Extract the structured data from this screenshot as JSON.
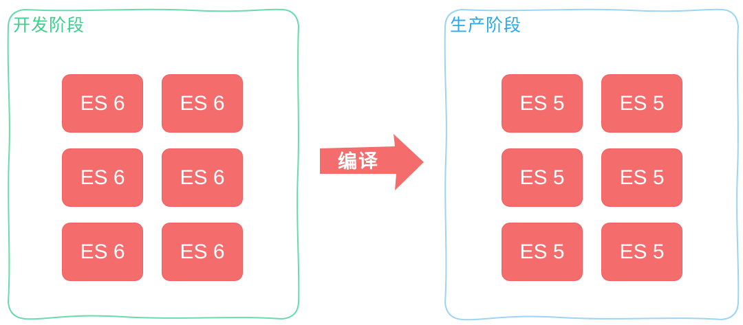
{
  "colors": {
    "box_bg": "#f56c6c",
    "box_border": "#ef6060",
    "box_text": "#ffffff",
    "arrow_bg": "#f56c6c",
    "arrow_text": "#ffffff",
    "dev_border": "#67dbab",
    "dev_label": "#3dd08d",
    "prod_border": "#9cd4f6",
    "prod_label": "#2aa9e8"
  },
  "dev_panel": {
    "label": "开发阶段",
    "boxes": [
      "ES 6",
      "ES 6",
      "ES 6",
      "ES 6",
      "ES 6",
      "ES 6"
    ]
  },
  "prod_panel": {
    "label": "生产阶段",
    "boxes": [
      "ES 5",
      "ES 5",
      "ES 5",
      "ES 5",
      "ES 5",
      "ES 5"
    ]
  },
  "arrow": {
    "label": "编译"
  }
}
